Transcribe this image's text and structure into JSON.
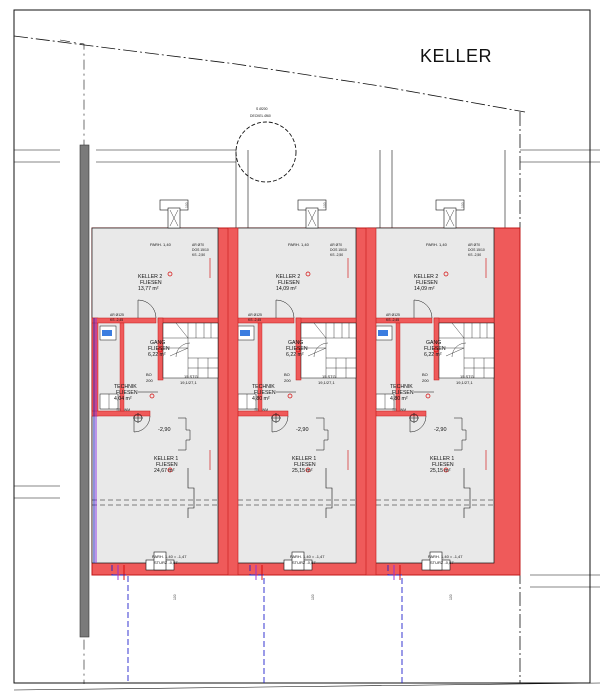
{
  "plan": {
    "title": "KELLER",
    "site_note_line1": "S Ø200",
    "site_note_line2": "DECKEL Ø60",
    "units": [
      {
        "top_label": "PARH. 1,40",
        "top_note_1": "AR Ø70",
        "top_note_2": "DOS 15/10",
        "top_note_3": "KS -2,50",
        "keller2_name": "KELLER 2",
        "keller2_floor": "FLIESEN",
        "keller2_area": "13,77 m²",
        "left_note_1": "AR Ø125",
        "left_note_2": "KS -2,45",
        "gang_name": "GANG",
        "gang_floor": "FLIESEN",
        "gang_area": "6,22 m²",
        "technik_name": "TECHNIK",
        "technik_floor": "FLIESEN",
        "technik_area": "4,04 m²",
        "stair_note": "15 STG",
        "stair_ratio": "19,1/27,1",
        "stair_bo": "BO",
        "stair_bo_value": "200",
        "equip_1": "TR",
        "equip_2": "WM",
        "level_mark": "-2,90",
        "keller1_name": "KELLER 1",
        "keller1_floor": "FLIESEN",
        "keller1_area": "24,67 m²",
        "bottom_label_1": "PARH. 1,40 = -1,47",
        "bottom_label_2": "STURZ -0,87",
        "sign_top": "100",
        "sign_bottom": "100"
      },
      {
        "top_label": "PARH. 1,40",
        "top_note_1": "AR Ø70",
        "top_note_2": "DOS 15/10",
        "top_note_3": "KS -2,50",
        "keller2_name": "KELLER 2",
        "keller2_floor": "FLIESEN",
        "keller2_area": "14,09 m²",
        "left_note_1": "AR Ø125",
        "left_note_2": "KS -2,45",
        "gang_name": "GANG",
        "gang_floor": "FLIESEN",
        "gang_area": "6,22 m²",
        "technik_name": "TECHNIK",
        "technik_floor": "FLIESEN",
        "technik_area": "4,80 m²",
        "stair_note": "15 STG",
        "stair_ratio": "19,1/27,1",
        "stair_bo": "BO",
        "stair_bo_value": "200",
        "equip_1": "TR",
        "equip_2": "WM",
        "level_mark": "-2,90",
        "keller1_name": "KELLER 1",
        "keller1_floor": "FLIESEN",
        "keller1_area": "25,15 m²",
        "bottom_label_1": "PARH. 1,40 = -1,47",
        "bottom_label_2": "STURZ -0,87",
        "sign_top": "100",
        "sign_bottom": "100"
      },
      {
        "top_label": "PARH. 1,40",
        "top_note_1": "AR Ø70",
        "top_note_2": "DOS 15/10",
        "top_note_3": "KS -2,50",
        "keller2_name": "KELLER 2",
        "keller2_floor": "FLIESEN",
        "keller2_area": "14,09 m²",
        "left_note_1": "AR Ø125",
        "left_note_2": "KS -2,45",
        "gang_name": "GANG",
        "gang_floor": "FLIESEN",
        "gang_area": "6,22 m²",
        "technik_name": "TECHNIK",
        "technik_floor": "FLIESEN",
        "technik_area": "4,80 m²",
        "stair_note": "15 STG",
        "stair_ratio": "19,1/27,1",
        "stair_bo": "BO",
        "stair_bo_value": "200",
        "equip_1": "TR",
        "equip_2": "WM",
        "level_mark": "-2,90",
        "keller1_name": "KELLER 1",
        "keller1_floor": "FLIESEN",
        "keller1_area": "25,15 m²",
        "bottom_label_1": "PARH. 1,40 = -1,47",
        "bottom_label_2": "STURZ -0,87",
        "sign_top": "100",
        "sign_bottom": "100"
      }
    ],
    "colors": {
      "wall_fill": "#ef5a5a",
      "wall_stroke": "#c21818",
      "room_fill": "#e9e9e9",
      "line": "#111111",
      "pipe_blue": "#2222cc",
      "pipe_purple": "#8a2be2",
      "pipe_red": "#d40000"
    }
  }
}
